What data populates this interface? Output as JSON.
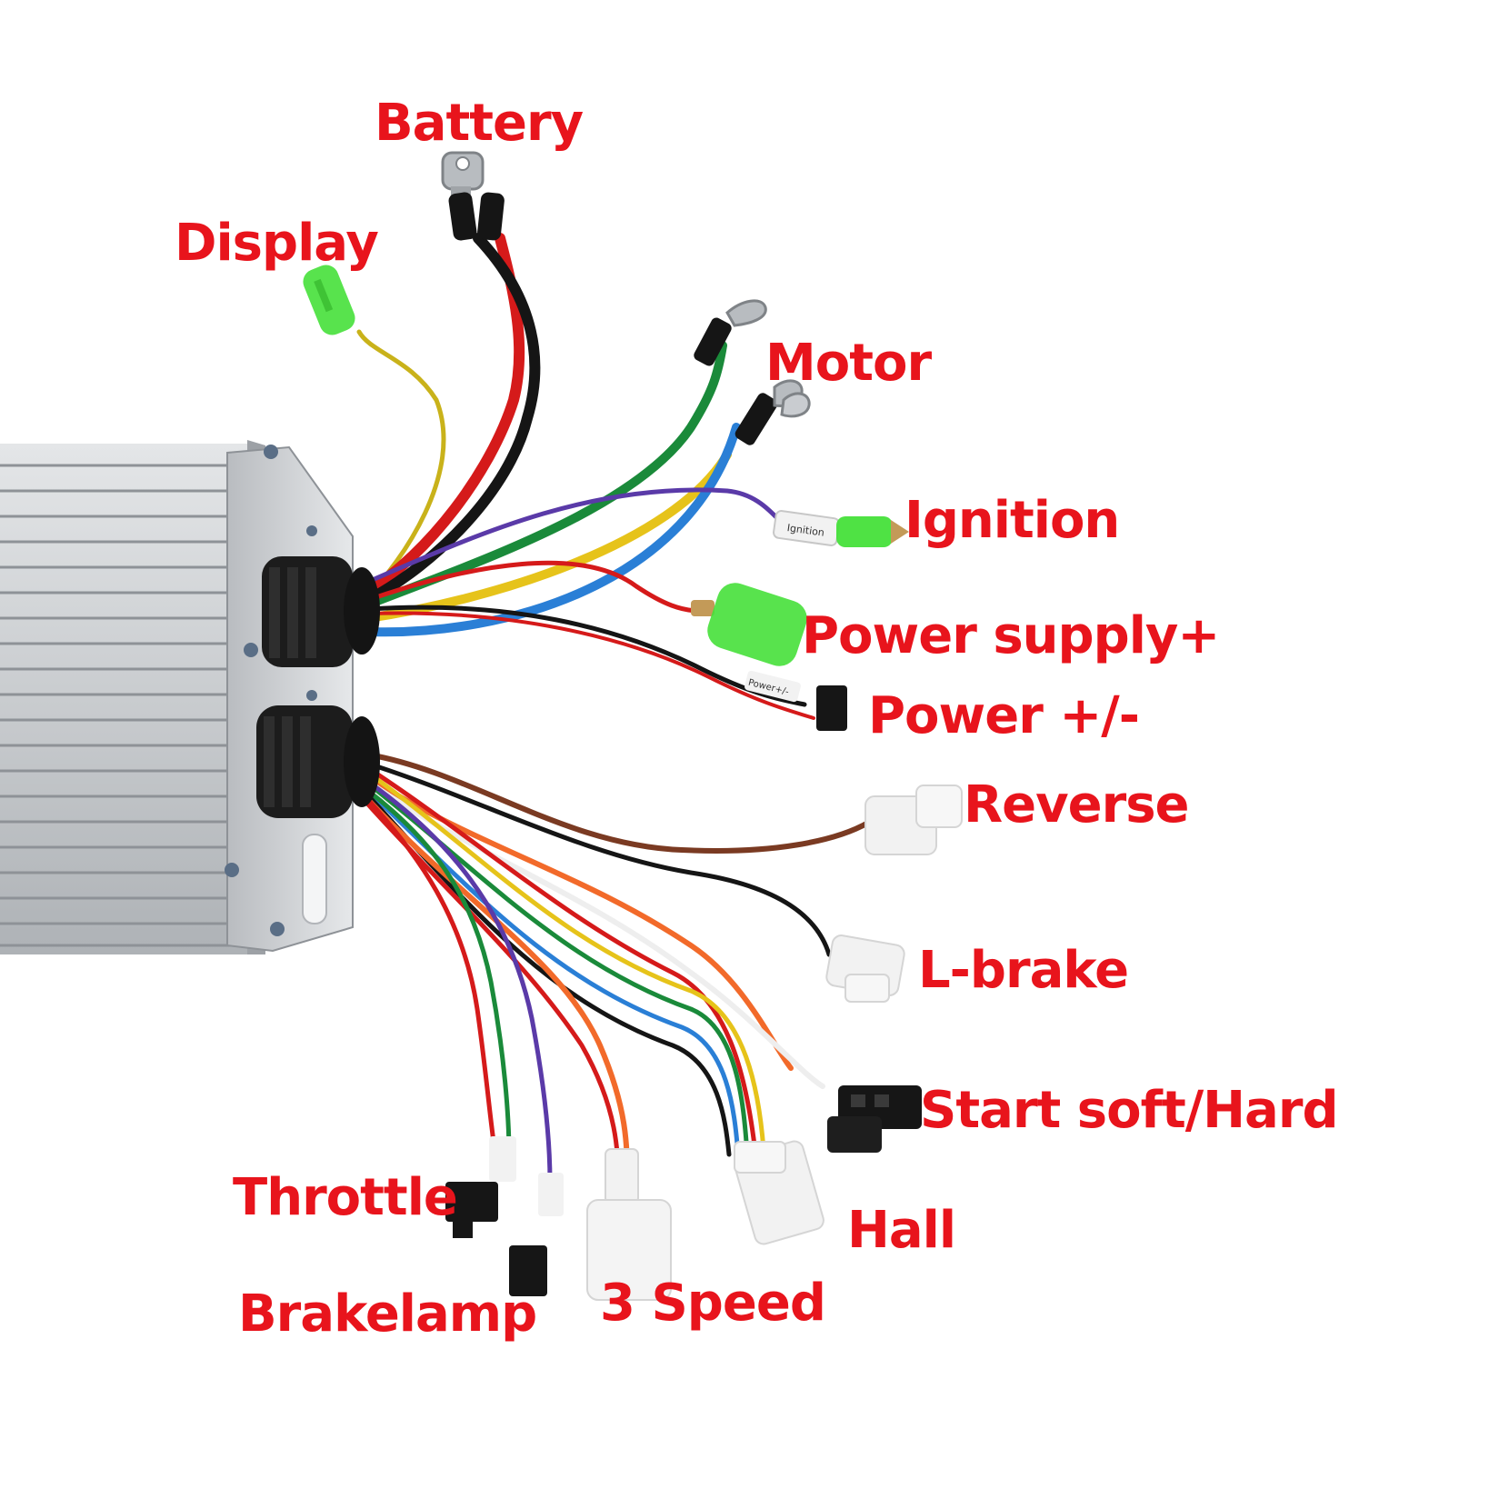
{
  "colors": {
    "label": "#e8141c",
    "background": "#ffffff",
    "housing": "#c9ccd0",
    "wire_red": "#d51a1a",
    "wire_black": "#151515",
    "wire_green": "#1a8a3a",
    "wire_blue": "#2a7fd6",
    "wire_yellow": "#e6c31a",
    "wire_purple": "#5a3aa8",
    "wire_orange": "#f26a2a",
    "wire_brown": "#7a3a22",
    "connector_green": "#46e03a",
    "connector_white": "#f2f2f2",
    "connector_black": "#161616"
  },
  "labels": {
    "battery": "Battery",
    "display": "Display",
    "motor": "Motor",
    "ignition": "Ignition",
    "power_supply": "Power supply+",
    "power_pm": "Power +/-",
    "reverse": "Reverse",
    "l_brake": "L-brake",
    "start": "Start soft/Hard",
    "hall": "Hall",
    "throttle": "Throttle",
    "brakelamp": "Brakelamp",
    "speed3": "3 Speed"
  },
  "wire_tags": {
    "ignition": "Ignition",
    "power": "Power+/-"
  }
}
